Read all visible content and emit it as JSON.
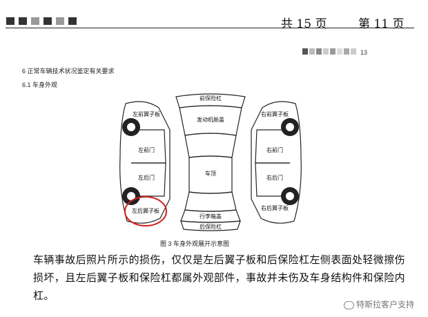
{
  "header": {
    "left_text": "",
    "total_pages": "共 15 页",
    "current_page": "第 11 页"
  },
  "code_tag": "13",
  "section": {
    "heading": "6  正常车辆技术状况鉴定有关要求",
    "subheading": "6.1  车身外观"
  },
  "diagram_labels": {
    "front_bumper": "前保险杠",
    "hood": "发动机舱盖",
    "left_front_fender": "左前翼子板",
    "right_front_fender": "右前翼子板",
    "left_front_door": "左前门",
    "right_front_door": "右前门",
    "left_rear_door": "左后门",
    "right_rear_door": "右后门",
    "roof": "车顶",
    "left_rear_fender": "左后翼子板",
    "right_rear_fender": "右后翼子板",
    "trunk": "行李箱盖",
    "rear_bumper": "后保险杠"
  },
  "caption": "图 3   车身外观展开示意图",
  "body": "车辆事故后照片所示的损伤，仅仅是左后翼子板和后保险杠左侧表面处轻微擦伤损坏，且左后翼子板和保险杠都属外观部件，事故并未伤及车身结构件和保险内杠。",
  "watermark": "特斯拉客户支持",
  "colors": {
    "highlight_circle": "#d42020",
    "text": "#111111"
  }
}
